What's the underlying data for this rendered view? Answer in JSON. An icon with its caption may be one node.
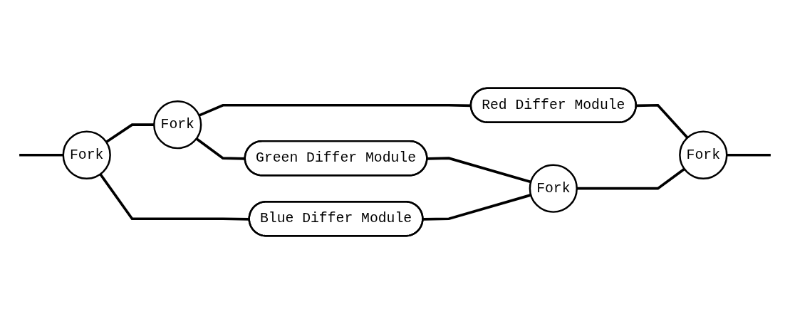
{
  "diagram": {
    "nodes": [
      {
        "text": [
          "Fork"
        ]
      },
      {
        "text": [
          "Fork"
        ]
      },
      {
        "text": [
          "Red Differ Module"
        ]
      },
      {
        "text": [
          "Green Differ Module"
        ]
      },
      {
        "text": [
          "Blue Differ Module"
        ]
      },
      {
        "text": [
          "Fork"
        ]
      },
      {
        "text": [
          "Fork"
        ]
      }
    ],
    "edges": [
      {
        "from": null,
        "to": 0,
        "arrow": "none"
      },
      {
        "from": 0,
        "to": 1,
        "arrow": "none"
      },
      {
        "from": 0,
        "to": 4,
        "arrow": "none"
      },
      {
        "from": 1,
        "to": 2,
        "arrow": "none"
      },
      {
        "from": 1,
        "to": 3,
        "arrow": "none"
      },
      {
        "from": 2,
        "to": 6,
        "arrow": "none"
      },
      {
        "from": 3,
        "to": 5,
        "arrow": "none"
      },
      {
        "from": 4,
        "to": 5,
        "arrow": "none"
      },
      {
        "from": 5,
        "to": 6,
        "arrow": "none"
      },
      {
        "from": 6,
        "to": null,
        "arrow": "none"
      }
    ]
  }
}
